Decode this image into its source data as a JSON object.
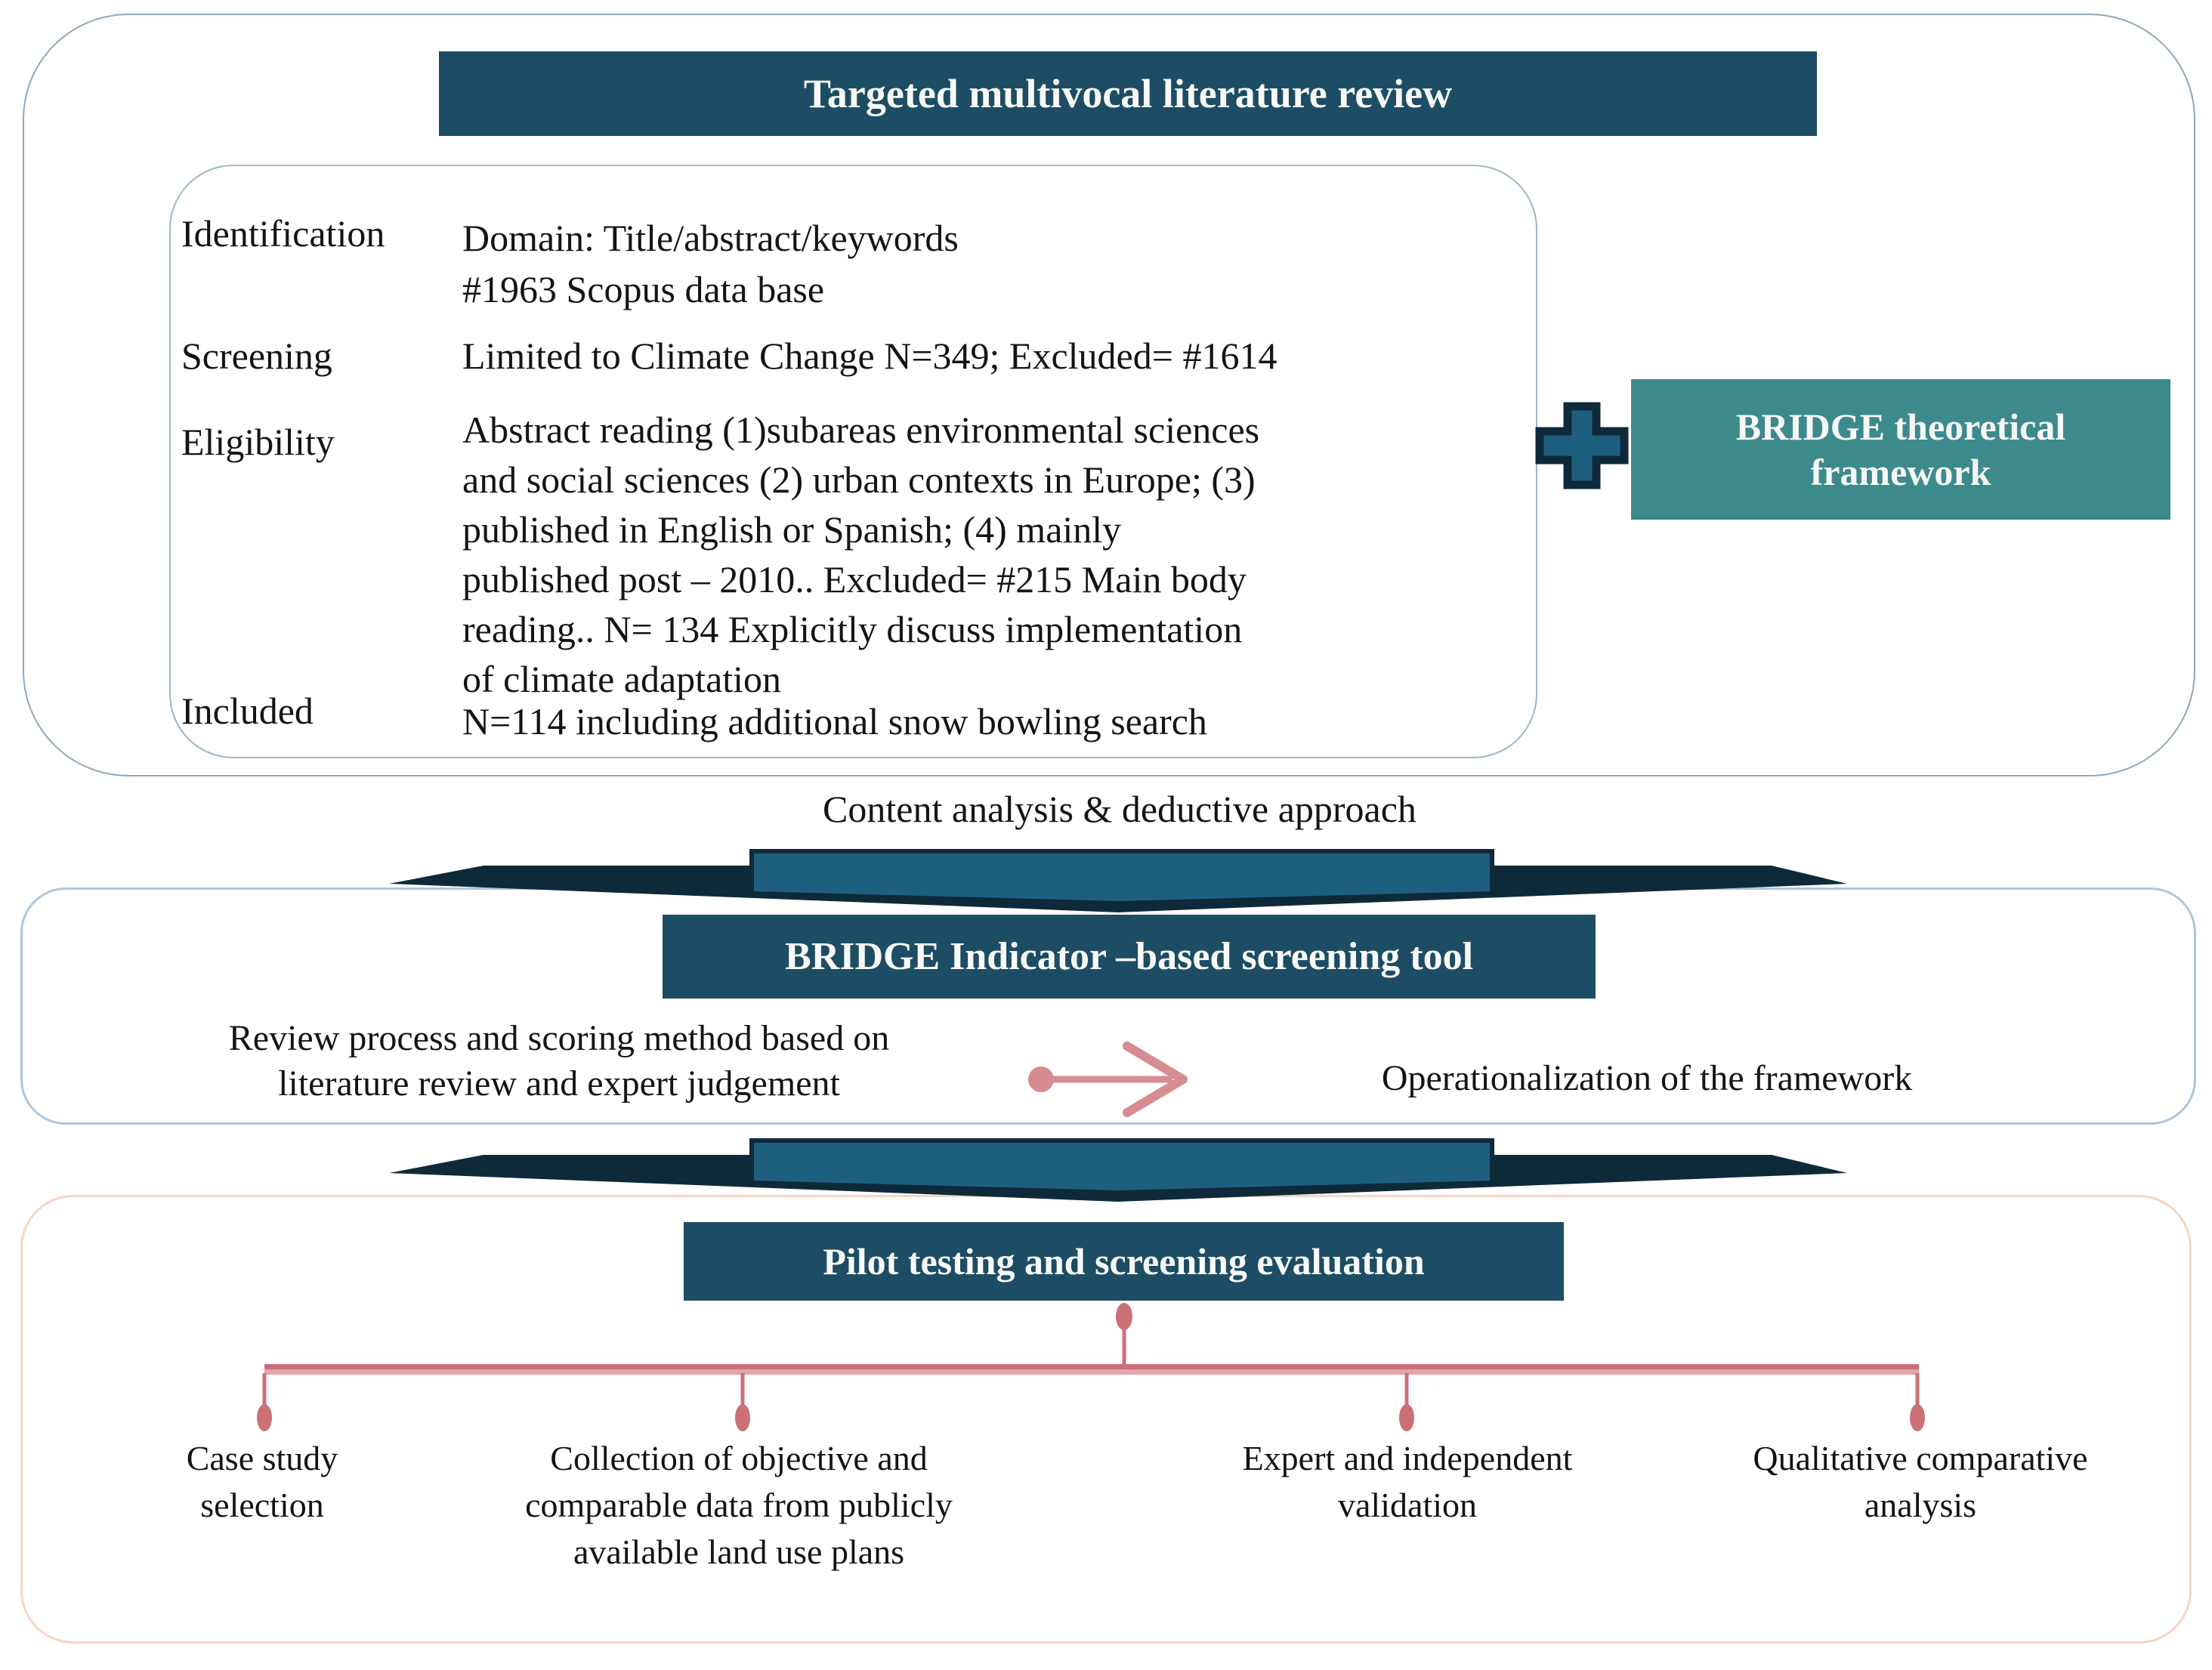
{
  "colors": {
    "header_bar": "#1d4d64",
    "framework_box": "#3d8a8c",
    "shape_outline_navy": "#0e2a3a",
    "shape_fill_blue": "#1e5f80",
    "pink_arrow": "#d68c90",
    "pink_connector": "#cb7077",
    "pink_connector_light": "#e2a6aa",
    "panel1_border": "#8ea9bd",
    "panel2_border": "#abc8dc",
    "panel3_border": "#f6d6c2"
  },
  "section1": {
    "title": "Targeted multivocal literature review",
    "rows": [
      {
        "label": "Identification",
        "lines": [
          "Domain: Title/abstract/keywords",
          "#1963 Scopus data base"
        ]
      },
      {
        "label": "Screening",
        "lines": [
          "Limited to Climate Change N=349; Excluded= #1614"
        ]
      },
      {
        "label": "Eligibility",
        "lines": [
          "Abstract reading (1)subareas environmental sciences",
          "and social sciences (2) urban contexts in Europe; (3)",
          "published in English or Spanish; (4) mainly",
          "published post – 2010.. Excluded= #215 Main body",
          "reading.. N= 134 Explicitly discuss implementation",
          "of climate adaptation"
        ]
      },
      {
        "label": "Included",
        "lines": [
          "N=114 including additional snow bowling search"
        ]
      }
    ],
    "framework_box_label": "BRIDGE theoretical framework"
  },
  "connector1": {
    "label": "Content analysis & deductive approach"
  },
  "section2": {
    "title": "BRIDGE Indicator –based screening tool",
    "left_text_lines": [
      "Review process and scoring method based on",
      "literature review and expert judgement"
    ],
    "right_text": "Operationalization of the framework"
  },
  "section3": {
    "title": "Pilot testing and screening evaluation",
    "branches": [
      {
        "lines": [
          "Case study",
          "selection",
          ""
        ]
      },
      {
        "lines": [
          "Collection of objective and",
          "comparable data from publicly",
          "available land use plans"
        ]
      },
      {
        "lines": [
          "Expert and independent",
          "validation",
          ""
        ]
      },
      {
        "lines": [
          "Qualitative comparative",
          "analysis",
          ""
        ]
      }
    ]
  }
}
